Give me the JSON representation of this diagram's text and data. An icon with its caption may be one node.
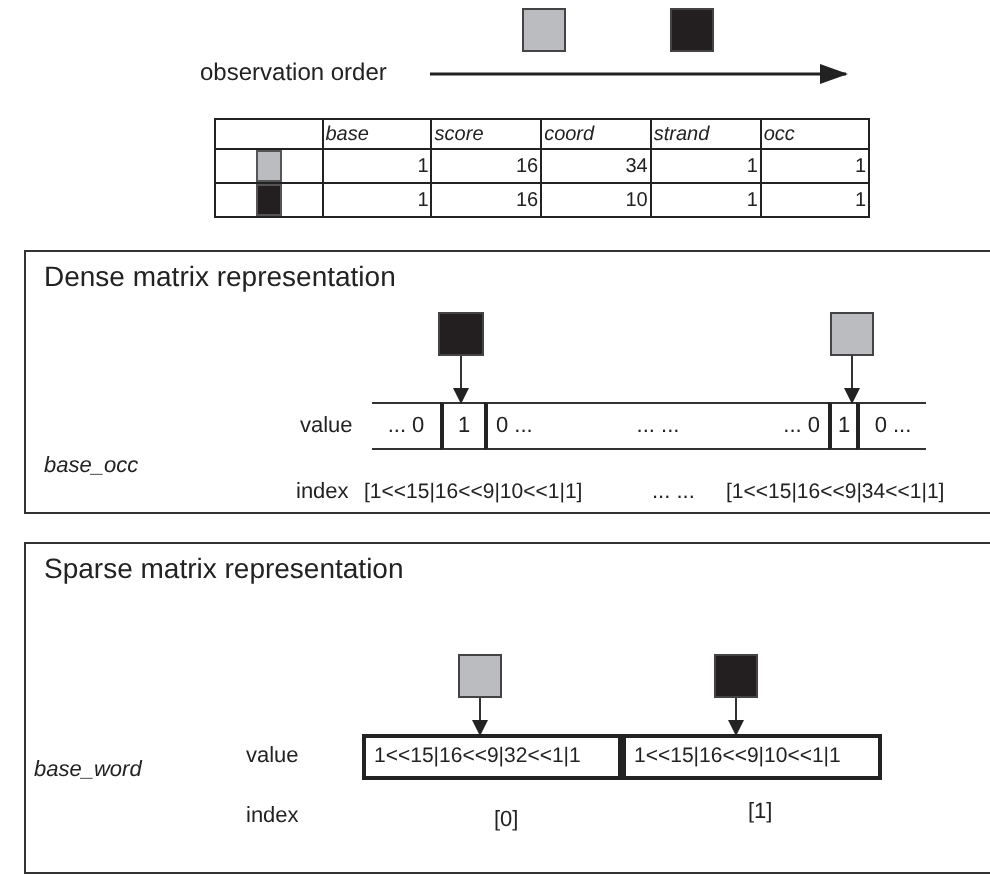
{
  "diagram": {
    "nodes": [
      {
        "text": [],
        "shape": "box"
      },
      {
        "text": [],
        "shape": "box"
      },
      {
        "text": [
          "Dense matrix representation"
        ]
      },
      {
        "text": [],
        "shape": "box",
        "in": 2
      },
      {
        "text": [],
        "shape": "box",
        "in": 2
      },
      {
        "text": [
          "... 0"
        ],
        "in": 2
      },
      {
        "text": [
          "1"
        ],
        "in": 2
      },
      {
        "text": [
          "0 ...",
          "... ...",
          "... 0"
        ],
        "in": 2
      },
      {
        "text": [
          "1"
        ],
        "in": 2
      },
      {
        "text": [
          "0 ..."
        ],
        "in": 2
      },
      {
        "text": [
          "Sparse matrix representation"
        ]
      },
      {
        "text": [],
        "shape": "box",
        "in": 10
      },
      {
        "text": [],
        "shape": "box",
        "in": 10
      },
      {
        "text": [
          "1<<15|16<<9|32<<1|1"
        ],
        "in": 10
      },
      {
        "text": [
          "1<<15|16<<9|10<<1|1"
        ],
        "in": 10
      }
    ],
    "edges": [
      {
        "from": 3,
        "to": 6,
        "arrow": "to"
      },
      {
        "from": 4,
        "to": 8,
        "arrow": "to"
      },
      {
        "from": 11,
        "to": 13,
        "arrow": "to"
      },
      {
        "from": 12,
        "to": 14,
        "arrow": "to"
      }
    ],
    "labels": [
      "observation order",
      "base",
      "score",
      "coord",
      "strand",
      "occ",
      "1",
      "16",
      "34",
      "1",
      "1",
      "1",
      "16",
      "10",
      "1",
      "1",
      "value",
      "base_occ",
      "index",
      "[1<<15|16<<9|10<<1|1]",
      "... ...",
      "[1<<15|16<<9|34<<1|1]",
      "value",
      "base_word",
      "index",
      "[0]",
      "[1]"
    ]
  }
}
